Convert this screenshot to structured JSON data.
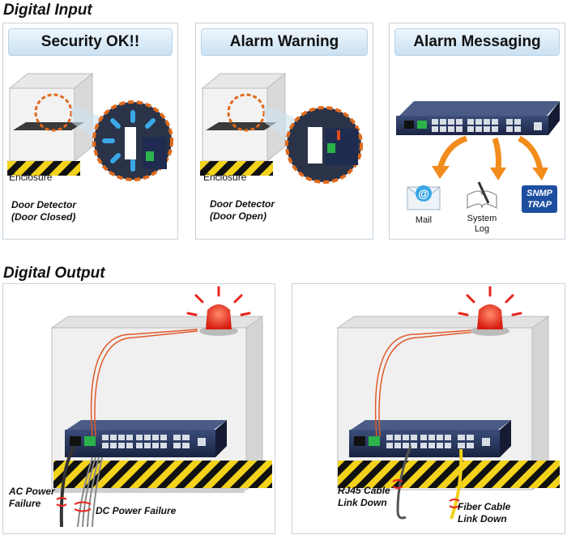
{
  "digital_input": {
    "section_title": "Digital Input",
    "panels": [
      {
        "title": "Security OK!!",
        "enclosure_label": "Enclosure",
        "detector_label": "Door Detector",
        "detector_state": "(Door Closed)"
      },
      {
        "title": "Alarm Warning",
        "enclosure_label": "Enclosure",
        "detector_label": "Door Detector",
        "detector_state": "(Door Open)"
      },
      {
        "title": "Alarm Messaging",
        "mail_label": "Mail",
        "syslog_label": "System Log",
        "snmp_line1": "SNMP",
        "snmp_line2": "TRAP"
      }
    ]
  },
  "digital_output": {
    "section_title": "Digital Output",
    "left": {
      "ac_label": "AC Power Failure",
      "dc_label": "DC Power Failure"
    },
    "right": {
      "rj45_label": "RJ45 Cable Link Down",
      "fiber_label": "Fiber Cable Link Down"
    }
  },
  "colors": {
    "header_blue": "#c9e1f3",
    "alarm_red": "#e8241a",
    "arrow_orange": "#f28c1c",
    "switch_navy": "#1f2c4f",
    "hazard_yellow": "#f2d21b"
  }
}
